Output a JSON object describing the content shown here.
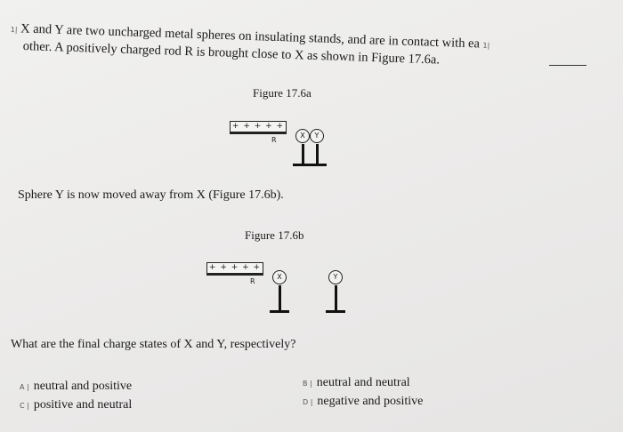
{
  "intro": {
    "line1_mark": "1|",
    "line1": "X and Y are two uncharged metal spheres on insulating stands, and are in contact with ea",
    "line1_end_mark": "1|",
    "line2": "other.  A positively charged rod R is brought close to X as shown in Figure 17.6a."
  },
  "figure_a": {
    "caption": "Figure 17.6a",
    "rod_charges": "+ + + + +",
    "rod_label": "R",
    "sphere_x": "X",
    "sphere_y": "Y"
  },
  "middle_text": "Sphere Y is now moved away from X (Figure 17.6b).",
  "figure_b": {
    "caption": "Figure 17.6b",
    "rod_charges": "+ + + + +",
    "rod_label": "R",
    "sphere_x": "X",
    "sphere_y": "Y"
  },
  "question": "What are the final charge states of X and Y, respectively?",
  "options": [
    {
      "letter": "A |",
      "text": "neutral and positive"
    },
    {
      "letter": "B |",
      "text": "neutral and neutral"
    },
    {
      "letter": "C |",
      "text": "positive and neutral"
    },
    {
      "letter": "D |",
      "text": "negative and positive"
    }
  ]
}
